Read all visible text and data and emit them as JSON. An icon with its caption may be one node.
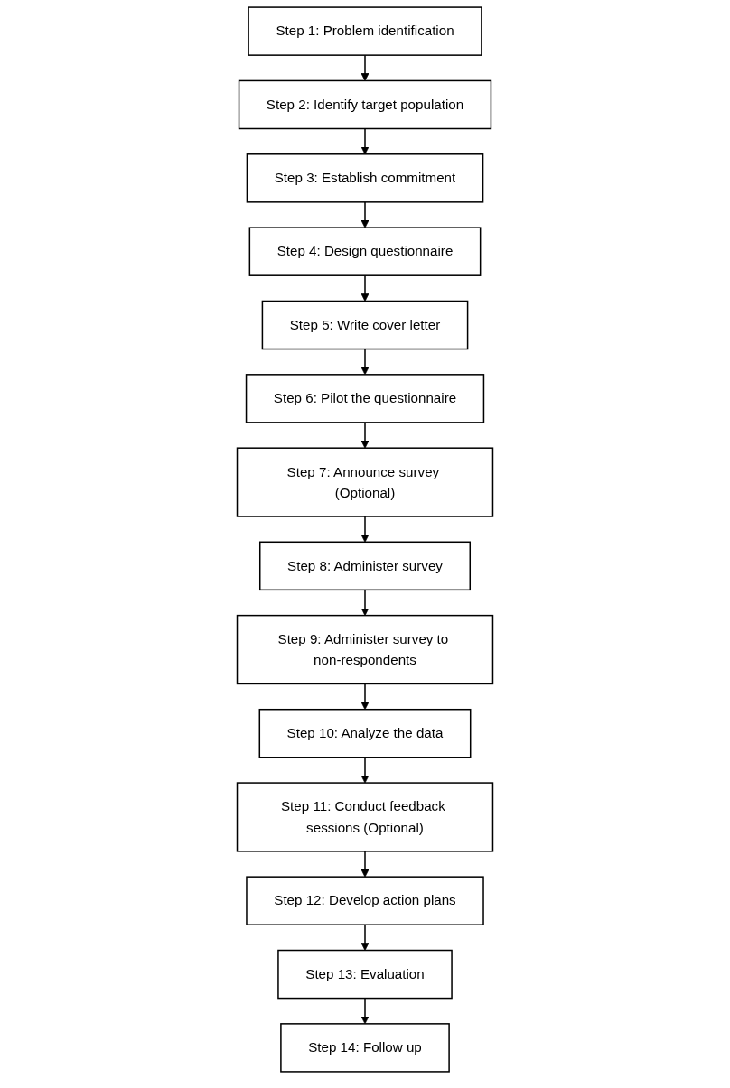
{
  "diagram": {
    "nodes": [
      {
        "text": [
          "Step 1: Problem identification"
        ]
      },
      {
        "text": [
          "Step 2: Identify target population"
        ]
      },
      {
        "text": [
          "Step 3: Establish commitment"
        ]
      },
      {
        "text": [
          "Step 4: Design questionnaire"
        ]
      },
      {
        "text": [
          "Step 5: Write cover letter"
        ]
      },
      {
        "text": [
          "Step 6: Pilot the questionnaire"
        ]
      },
      {
        "text": [
          "Step 7: Announce survey (Optional)"
        ]
      },
      {
        "text": [
          "Step 8: Administer survey"
        ]
      },
      {
        "text": [
          "Step 9: Administer survey to non-respondents"
        ]
      },
      {
        "text": [
          "Step 10: Analyze the data"
        ]
      },
      {
        "text": [
          "Step 11: Conduct feedback sessions (Optional)"
        ]
      },
      {
        "text": [
          "Step 12: Develop action plans"
        ]
      },
      {
        "text": [
          "Step 13: Evaluation"
        ]
      },
      {
        "text": [
          "Step 14: Follow up"
        ]
      }
    ],
    "edges": [
      {
        "from": 0,
        "to": 1,
        "arrow": "to"
      },
      {
        "from": 1,
        "to": 2,
        "arrow": "to"
      },
      {
        "from": 2,
        "to": 3,
        "arrow": "to"
      },
      {
        "from": 3,
        "to": 4,
        "arrow": "to"
      },
      {
        "from": 4,
        "to": 5,
        "arrow": "to"
      },
      {
        "from": 5,
        "to": 6,
        "arrow": "to"
      },
      {
        "from": 6,
        "to": 7,
        "arrow": "to"
      },
      {
        "from": 7,
        "to": 8,
        "arrow": "to"
      },
      {
        "from": 8,
        "to": 9,
        "arrow": "to"
      },
      {
        "from": 9,
        "to": 10,
        "arrow": "to"
      },
      {
        "from": 10,
        "to": 11,
        "arrow": "to"
      },
      {
        "from": 11,
        "to": 12,
        "arrow": "to"
      },
      {
        "from": 12,
        "to": 13,
        "arrow": "to"
      }
    ]
  }
}
